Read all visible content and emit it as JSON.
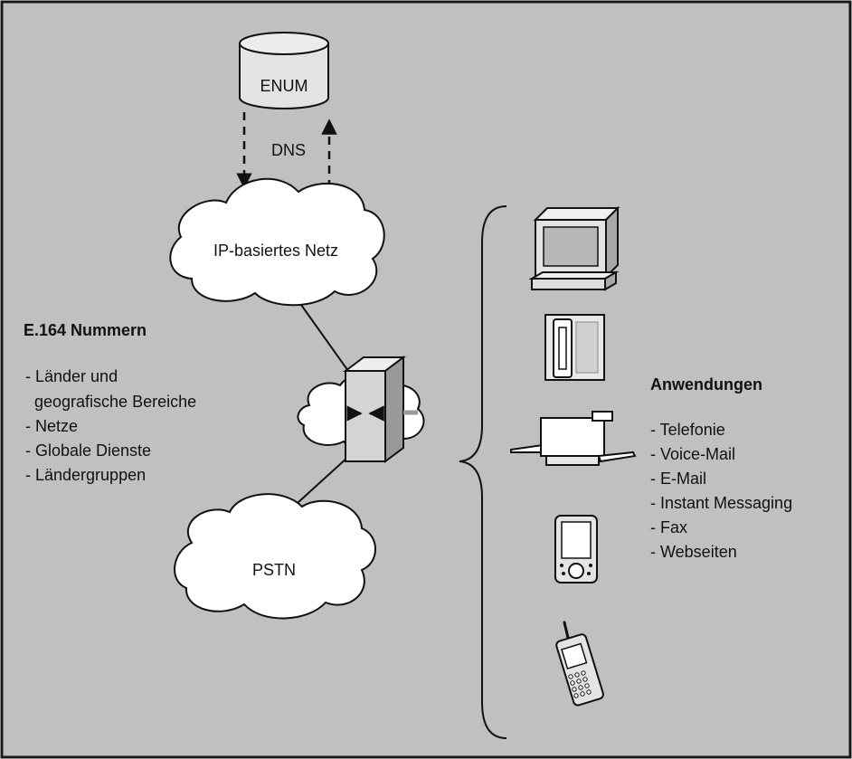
{
  "colors": {
    "background": "#bfc0c2",
    "border": "#1a1a1a",
    "shape_fill": "#ffffff",
    "device_fill": "#e6e6e6",
    "device_dark": "#b5b5b5",
    "text": "#111111"
  },
  "enum": {
    "label": "ENUM",
    "icon": "database-cylinder-icon"
  },
  "dns": {
    "label": "DNS"
  },
  "ip_network": {
    "label": "IP-basiertes Netz"
  },
  "pstn": {
    "label": "PSTN"
  },
  "gateway": {
    "icon": "gateway-server-icon"
  },
  "numbers": {
    "title": "E.164 Nummern",
    "items": [
      "- Länder und",
      "  geografische Bereiche",
      "- Netze",
      "- Globale Dienste",
      "- Ländergruppen"
    ]
  },
  "applications": {
    "title": "Anwendungen",
    "items": [
      "- Telefonie",
      "- Voice-Mail",
      "- E-Mail",
      "- Instant Messaging",
      "- Fax",
      "- Webseiten"
    ]
  },
  "devices": [
    {
      "icon": "computer-icon"
    },
    {
      "icon": "desk-phone-icon"
    },
    {
      "icon": "fax-machine-icon"
    },
    {
      "icon": "pda-icon"
    },
    {
      "icon": "mobile-phone-icon"
    }
  ]
}
